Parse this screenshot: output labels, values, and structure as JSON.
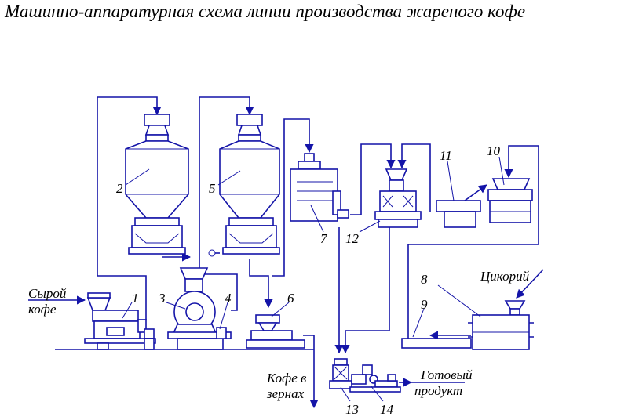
{
  "title": "Машинно-аппаратурная схема линии производства жареного кофе",
  "labels": {
    "raw_coffee_line1": "Сырой",
    "raw_coffee_line2": "кофе",
    "chicory": "Цикорий",
    "bean_coffee_line1": "Кофе в",
    "bean_coffee_line2": "зернах",
    "product_line1": "Готовый",
    "product_line2": "продукт"
  },
  "numbers": [
    "1",
    "2",
    "3",
    "4",
    "5",
    "6",
    "7",
    "8",
    "9",
    "10",
    "11",
    "12",
    "13",
    "14"
  ],
  "colors": {
    "lines": "#1414a8",
    "text": "#000000",
    "background": "#ffffff"
  }
}
